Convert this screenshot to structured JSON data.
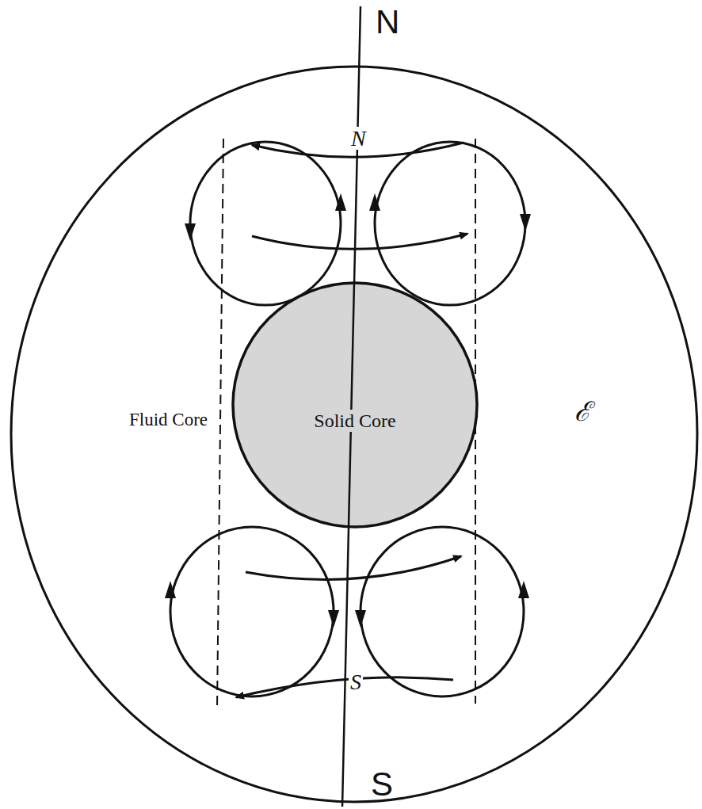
{
  "diagram": {
    "nodes": [
      {
        "text": [
          "Fluid Core",
          "ℰ"
        ]
      },
      {
        "text": [
          "Solid Core"
        ],
        "in": 0
      }
    ],
    "labels": [
      "N",
      "N",
      "S",
      "S"
    ]
  }
}
